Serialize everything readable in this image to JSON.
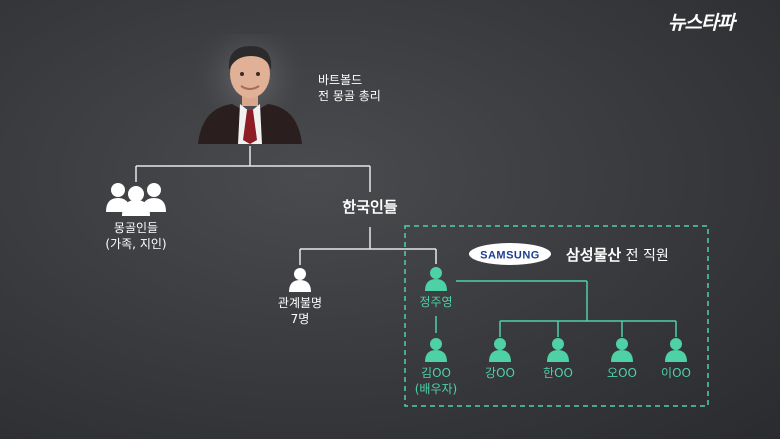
{
  "logo": "뉴스타파",
  "pm": {
    "name": "바트볼드",
    "title": "전 몽골 총리"
  },
  "mongolians": {
    "line1": "몽골인들",
    "line2": "(가족, 지인)"
  },
  "koreans": "한국인들",
  "unknown": {
    "line1": "관계불명",
    "line2": "7명"
  },
  "samsung": {
    "brand": "SAMSUNG",
    "company": "삼성물산",
    "suffix": "전 직원"
  },
  "lead": "정주영",
  "spouse": {
    "line1": "김OO",
    "line2": "(배우자)"
  },
  "staff": [
    "강OO",
    "한OO",
    "오OO",
    "이OO"
  ],
  "colors": {
    "accent": "#4fd1a6",
    "line": "#e6e6e6",
    "background": "#38393c"
  }
}
